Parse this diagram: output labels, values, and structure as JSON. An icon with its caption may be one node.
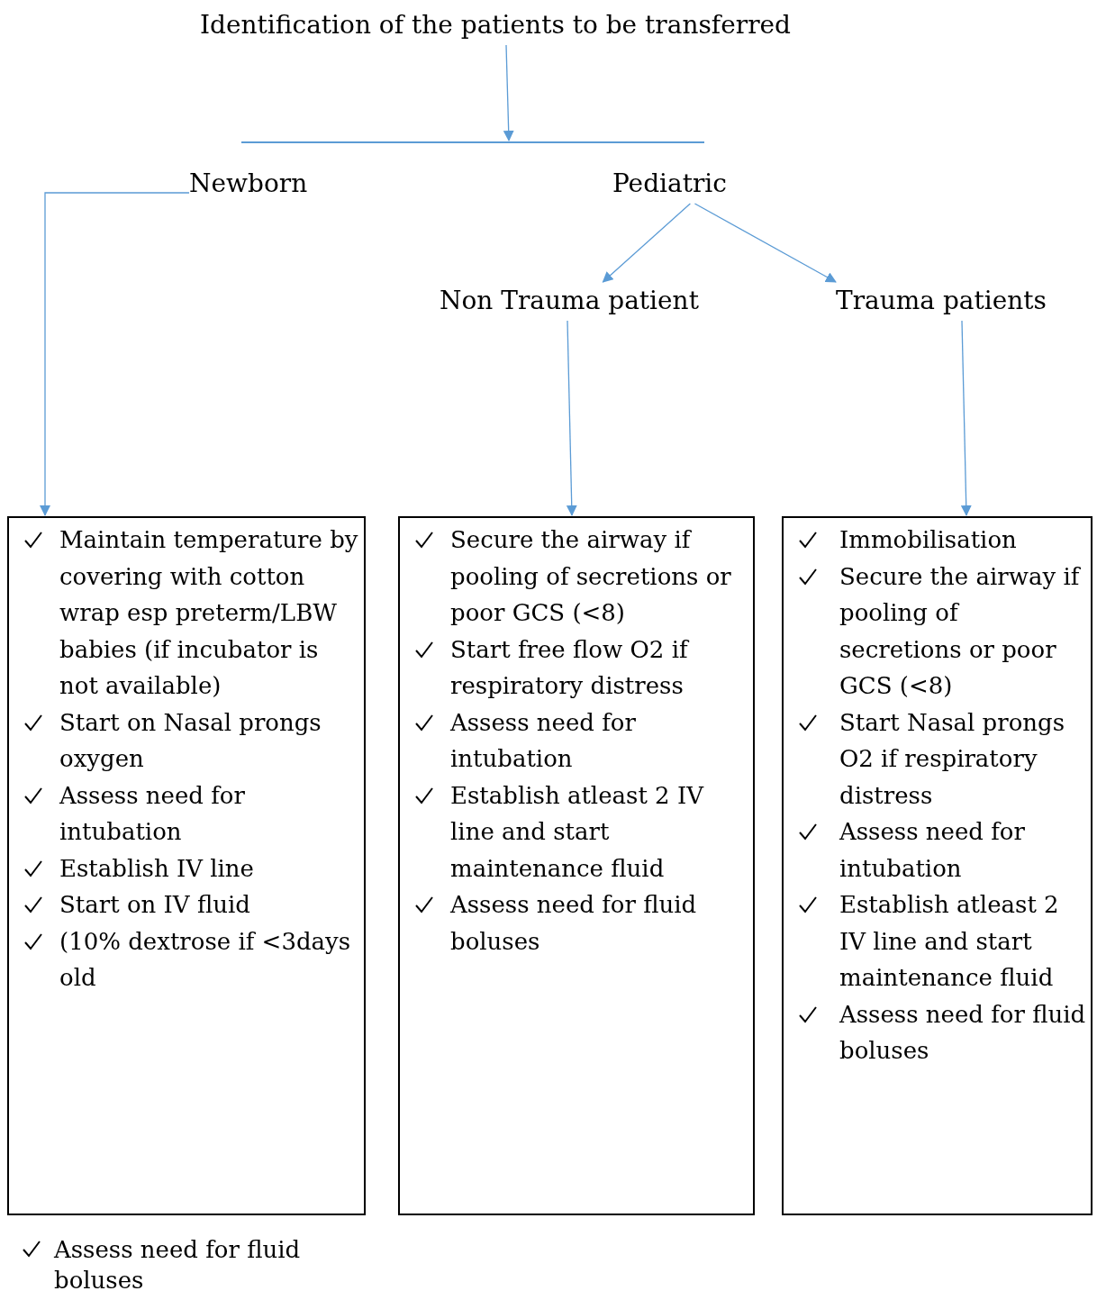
{
  "diagram": {
    "nodes": [
      {
        "text": [
          "Identification of the patients to be transferred"
        ]
      },
      {
        "text": [
          "Newborn"
        ]
      },
      {
        "text": [
          "Pediatric"
        ]
      },
      {
        "text": [
          "Non Trauma patient"
        ]
      },
      {
        "text": [
          "Trauma patients"
        ]
      },
      {
        "text": [
          "Maintain temperature by covering with cotton wrap esp preterm/LBW babies  (if incubator is not available)",
          "Start on Nasal prongs oxygen",
          "Assess need for intubation",
          "Establish IV line",
          "Start on IV fluid",
          "(10% dextrose if <3days old"
        ]
      },
      {
        "text": [
          "Secure the airway if pooling of secretions or poor GCS (<8)",
          "Start free flow O2 if respiratory distress",
          "Assess need for intubation",
          "Establish atleast 2 IV line and start maintenance fluid",
          "Assess need for fluid boluses"
        ]
      },
      {
        "text": [
          "Immobilisation",
          "Secure the airway if pooling of secretions or poor GCS (<8)",
          "Start Nasal prongs O2 if respiratory distress",
          "Assess need for intubation",
          "Establish atleast 2 IV line and start maintenance fluid",
          "Assess need for fluid boluses"
        ]
      },
      {
        "text": [],
        "shape": "bar"
      }
    ],
    "edges": [
      {
        "from": 0,
        "to": 8,
        "arrow": "to"
      },
      {
        "from": 1,
        "to": 5,
        "arrow": "to"
      },
      {
        "from": 2,
        "to": 3,
        "arrow": "to"
      },
      {
        "from": 2,
        "to": 4,
        "arrow": "to"
      },
      {
        "from": 3,
        "to": 6,
        "arrow": "to"
      },
      {
        "from": 4,
        "to": 7,
        "arrow": "to"
      }
    ],
    "labels": [
      "Assess need for fluid boluses"
    ]
  }
}
